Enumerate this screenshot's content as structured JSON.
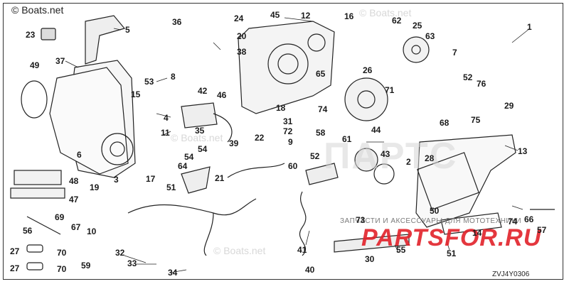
{
  "watermarks": {
    "top_left": "© Boats.net",
    "top_right": "© Boats.net",
    "mid": "© Boats.net",
    "bottom_mid": "© Boats.net"
  },
  "footer": {
    "ru_banner": "ЗАПЧАСТИ И АКСЕССУАРЫ ДЛЯ МОТОТЕХНИКИ",
    "ru_logo": "PARTSFOR.RU",
    "diagram_code": "ZVJ4Y0306"
  },
  "callouts": {
    "c1": "1",
    "c2": "2",
    "c3": "3",
    "c4": "4",
    "c5": "5",
    "c6": "6",
    "c7": "7",
    "c8": "8",
    "c9": "9",
    "c10": "10",
    "c11": "11",
    "c12": "12",
    "c13": "13",
    "c14": "14",
    "c15": "15",
    "c16": "16",
    "c17": "17",
    "c18": "18",
    "c19": "19",
    "c20": "20",
    "c21": "21",
    "c22": "22",
    "c23": "23",
    "c24": "24",
    "c25": "25",
    "c26": "26",
    "c27": "27",
    "c28": "28",
    "c29": "29",
    "c30": "30",
    "c31": "31",
    "c32": "32",
    "c33": "33",
    "c34": "34",
    "c35": "35",
    "c36": "36",
    "c37": "37",
    "c38": "38",
    "c39": "39",
    "c40": "40",
    "c41": "41",
    "c42": "42",
    "c43": "43",
    "c44": "44",
    "c45": "45",
    "c46": "46",
    "c47": "47",
    "c48": "48",
    "c49": "49",
    "c50": "50",
    "c51a": "51",
    "c51b": "51",
    "c52a": "52",
    "c52b": "52",
    "c53": "53",
    "c54a": "54",
    "c54b": "54",
    "c55": "55",
    "c56": "56",
    "c57": "57",
    "c58": "58",
    "c59": "59",
    "c60": "60",
    "c61": "61",
    "c62": "62",
    "c63": "63",
    "c64": "64",
    "c65": "65",
    "c66": "66",
    "c67": "67",
    "c68": "68",
    "c69": "69",
    "c70a": "70",
    "c70b": "70",
    "c71": "71",
    "c72": "72",
    "c73": "73",
    "c74a": "74",
    "c74b": "74",
    "c75": "75",
    "c76": "76"
  }
}
